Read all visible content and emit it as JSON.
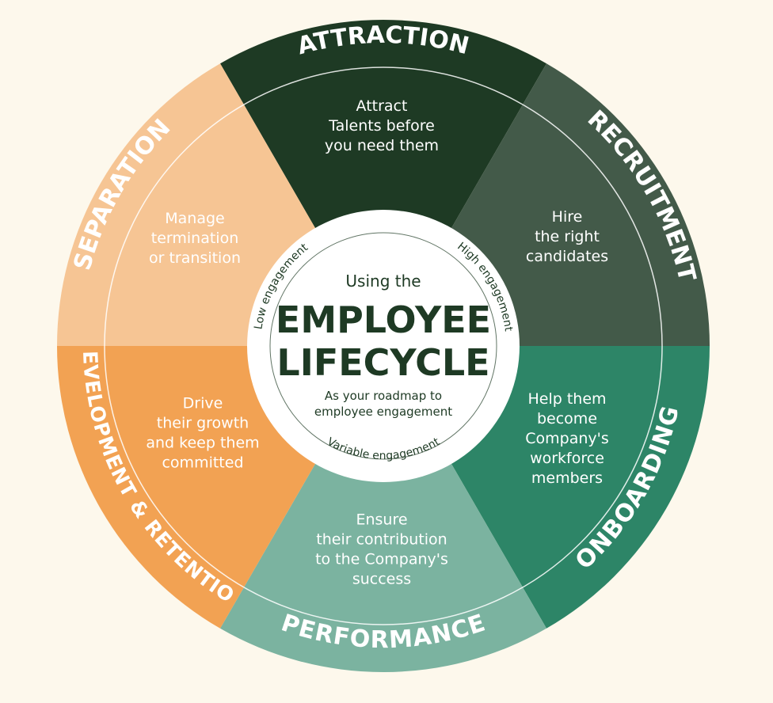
{
  "center": {
    "lead": "Using the",
    "title_line1": "EMPLOYEE",
    "title_line2": "LIFECYCLE",
    "sub_line1": "As your roadmap to",
    "sub_line2": "employee engagement",
    "ring_labels": {
      "low": "Low engagement",
      "high": "High engagement",
      "variable": "Variable engagement"
    }
  },
  "stages": [
    {
      "id": "attraction",
      "title": "ATTRACTION",
      "color": "#1e3a24",
      "desc": [
        "Attract",
        "Talents before",
        "you need them"
      ]
    },
    {
      "id": "recruitment",
      "title": "RECRUITMENT",
      "color": "#435a49",
      "desc": [
        "Hire",
        "the right",
        "candidates"
      ]
    },
    {
      "id": "onboarding",
      "title": "ONBOARDING",
      "color": "#2d8567",
      "desc": [
        "Help them",
        "become",
        "Company's",
        "workforce",
        "members"
      ]
    },
    {
      "id": "performance",
      "title": "PERFORMANCE",
      "color": "#7bb3a0",
      "desc": [
        "Ensure",
        "their contribution",
        "to the Company's",
        "success"
      ]
    },
    {
      "id": "development-retention",
      "title": "DEVELOPMENT & RETENTION",
      "color": "#f2a253",
      "desc": [
        "Drive",
        "their growth",
        "and keep them",
        "committed"
      ]
    },
    {
      "id": "separation",
      "title": "SEPARATION",
      "color": "#f6c594",
      "desc": [
        "Manage",
        "termination",
        "or transition"
      ]
    }
  ]
}
